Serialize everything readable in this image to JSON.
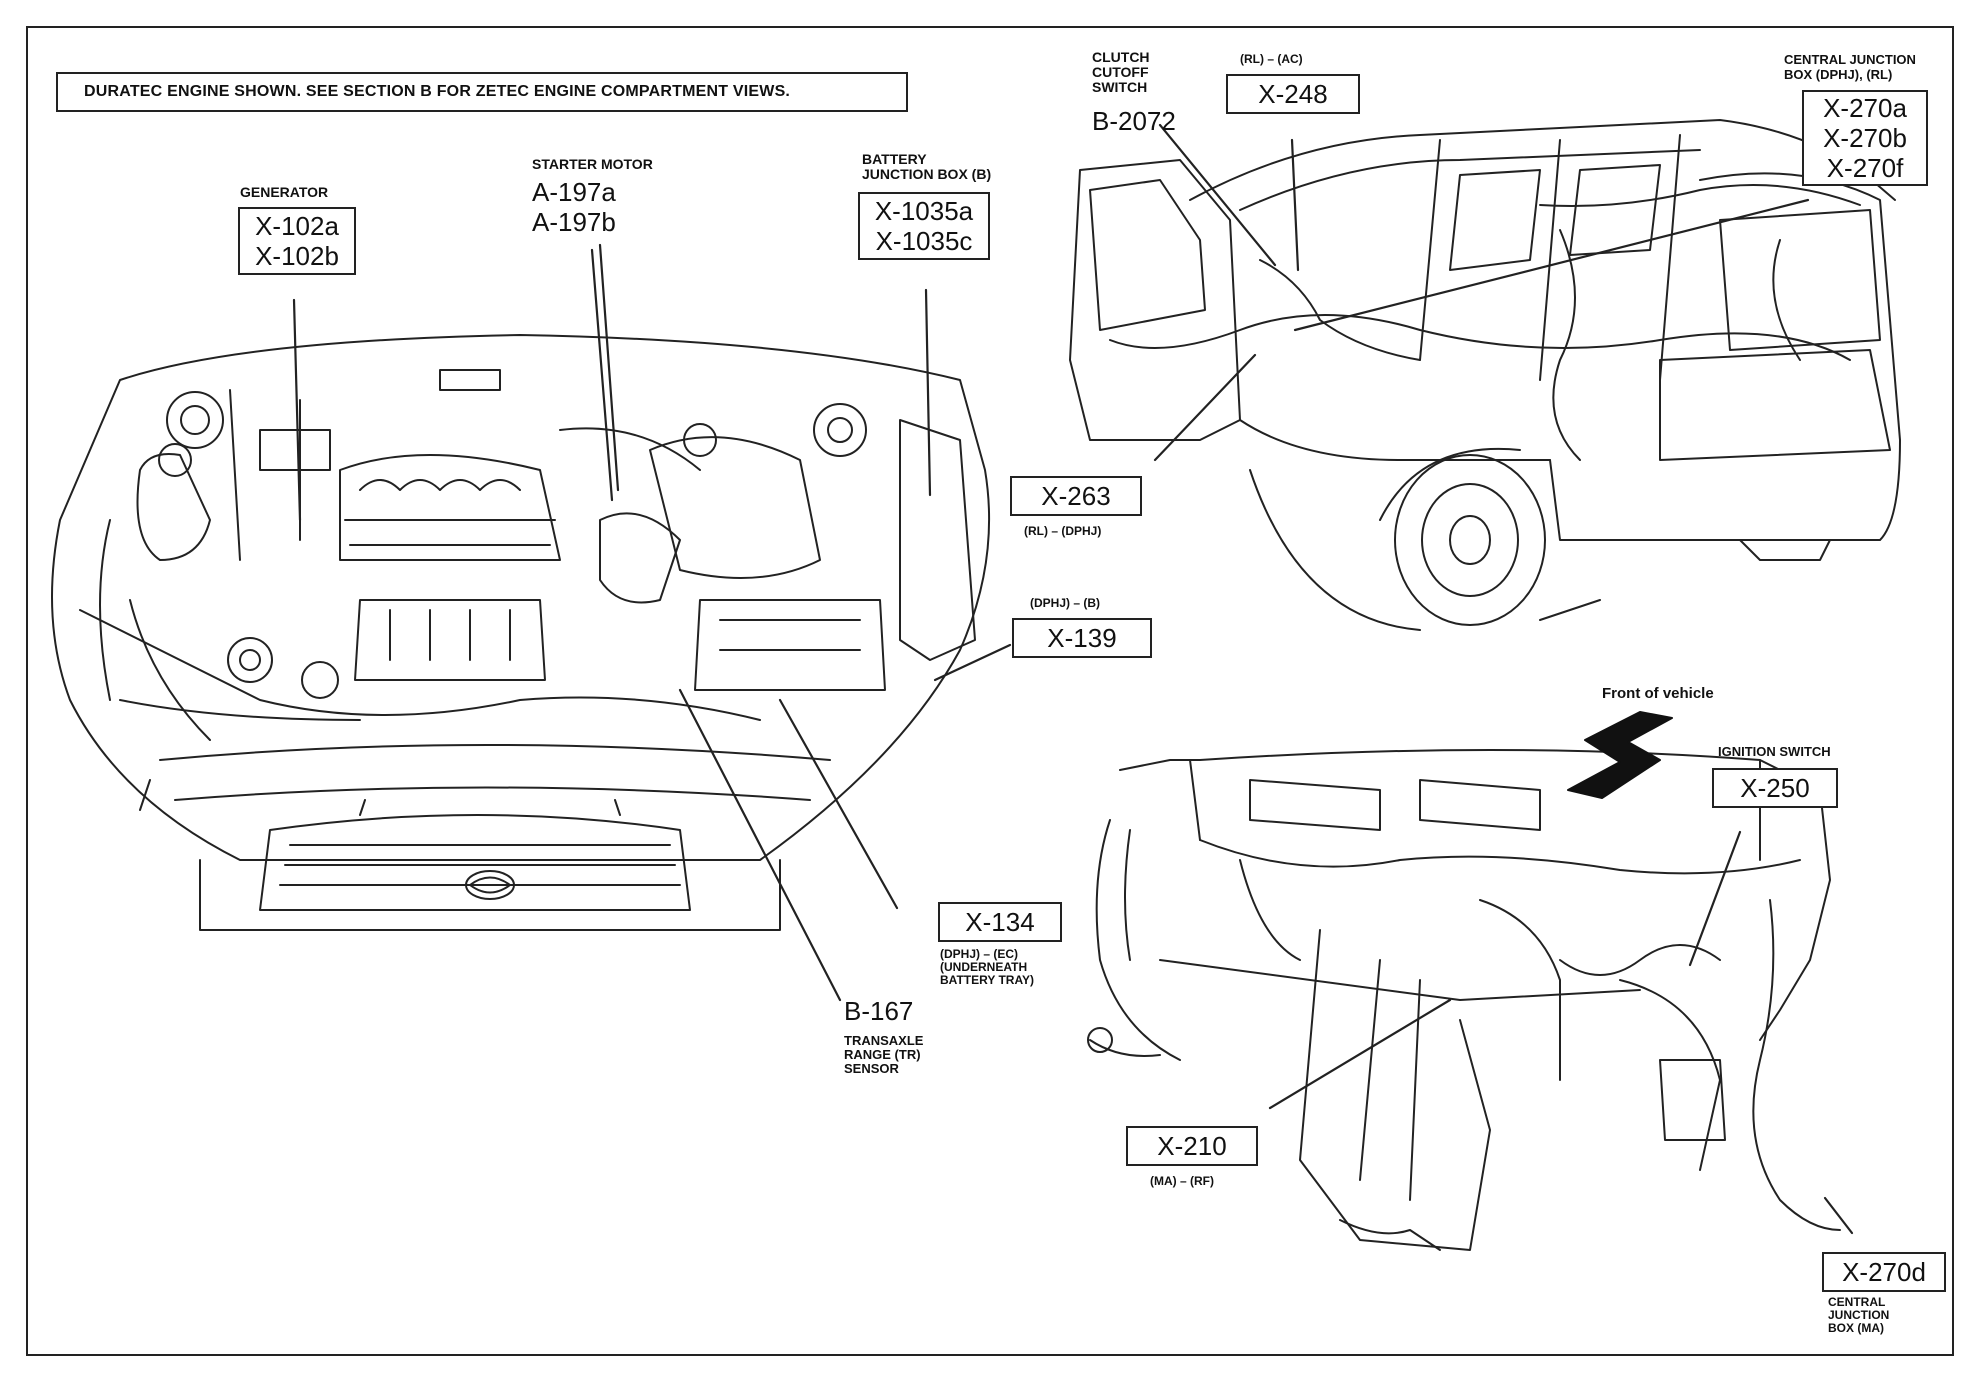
{
  "note": "DURATEC ENGINE SHOWN. SEE SECTION B FOR ZETEC ENGINE COMPARTMENT VIEWS.",
  "generator": {
    "label": "GENERATOR",
    "codes": [
      "X-102a",
      "X-102b"
    ]
  },
  "starter_motor": {
    "label": "STARTER MOTOR",
    "codes": [
      "A-197a",
      "A-197b"
    ]
  },
  "battery_junction_box": {
    "label_lines": [
      "BATTERY",
      "JUNCTION BOX (B)"
    ],
    "codes": [
      "X-1035a",
      "X-1035c"
    ]
  },
  "clutch_cutoff_switch": {
    "label_lines": [
      "CLUTCH",
      "CUTOFF",
      "SWITCH"
    ],
    "code": "B-2072"
  },
  "x248": {
    "sub": "(RL) – (AC)",
    "code": "X-248"
  },
  "central_junction_box_top": {
    "label_lines": [
      "CENTRAL JUNCTION",
      "BOX (DPHJ), (RL)"
    ],
    "codes": [
      "X-270a",
      "X-270b",
      "X-270f"
    ]
  },
  "x263": {
    "code": "X-263",
    "sub": "(RL) – (DPHJ)"
  },
  "x139": {
    "sub": "(DPHJ) – (B)",
    "code": "X-139"
  },
  "front_of_vehicle": "Front of vehicle",
  "ignition_switch": {
    "label": "IGNITION SWITCH",
    "code": "X-250"
  },
  "x134": {
    "code": "X-134",
    "sub_lines": [
      "(DPHJ) – (EC)",
      "(UNDERNEATH",
      "BATTERY TRAY)"
    ]
  },
  "b167": {
    "code": "B-167",
    "label_lines": [
      "TRANSAXLE",
      "RANGE (TR)",
      "SENSOR"
    ]
  },
  "x210": {
    "code": "X-210",
    "sub": "(MA) – (RF)"
  },
  "x270d": {
    "code": "X-270d",
    "label_lines": [
      "CENTRAL",
      "JUNCTION",
      "BOX (MA)"
    ]
  }
}
